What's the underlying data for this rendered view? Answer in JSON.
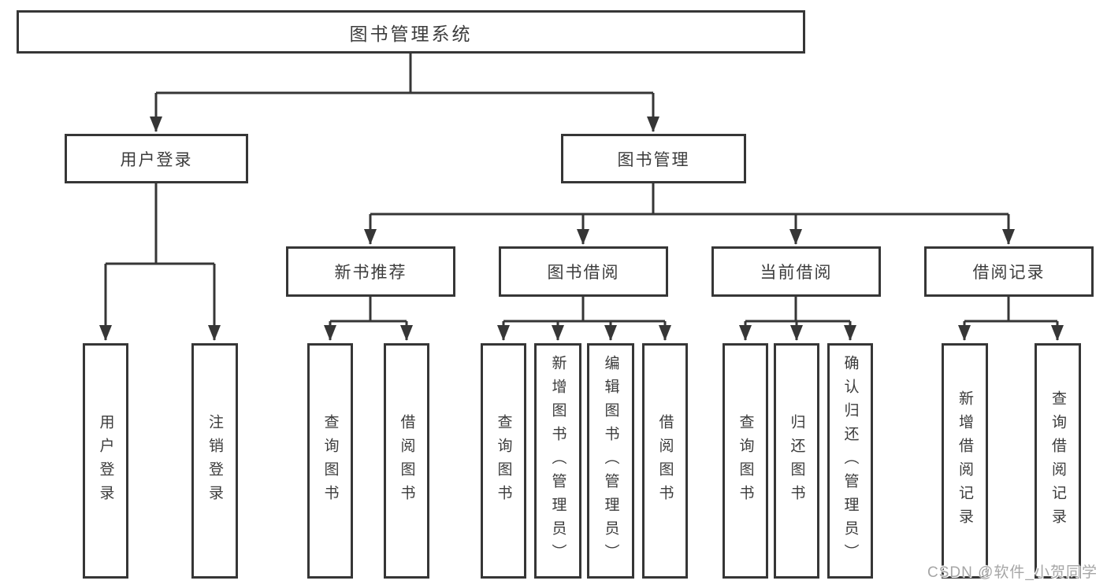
{
  "diagram": {
    "root": {
      "label": "图书管理系统"
    },
    "branches": [
      {
        "label": "用户登录",
        "children": [
          {
            "label": "用户登录"
          },
          {
            "label": "注销登录"
          }
        ]
      },
      {
        "label": "图书管理",
        "children": [
          {
            "label": "新书推荐",
            "children": [
              {
                "label": "查询图书"
              },
              {
                "label": "借阅图书"
              }
            ]
          },
          {
            "label": "图书借阅",
            "children": [
              {
                "label": "查询图书"
              },
              {
                "label": "新增图书（管理员）"
              },
              {
                "label": "编辑图书（管理员）"
              },
              {
                "label": "借阅图书"
              }
            ]
          },
          {
            "label": "当前借阅",
            "children": [
              {
                "label": "查询图书"
              },
              {
                "label": "归还图书"
              },
              {
                "label": "确认归还（管理员）"
              }
            ]
          },
          {
            "label": "借阅记录",
            "children": [
              {
                "label": "新增借阅记录"
              },
              {
                "label": "查询借阅记录"
              }
            ]
          }
        ]
      }
    ]
  },
  "watermark": {
    "text": "CSDN @软件_小贺同学"
  },
  "colors": {
    "line": "#363636",
    "text": "#3c3c3c",
    "watermark": "#a6a6a6",
    "background": "#ffffff"
  }
}
